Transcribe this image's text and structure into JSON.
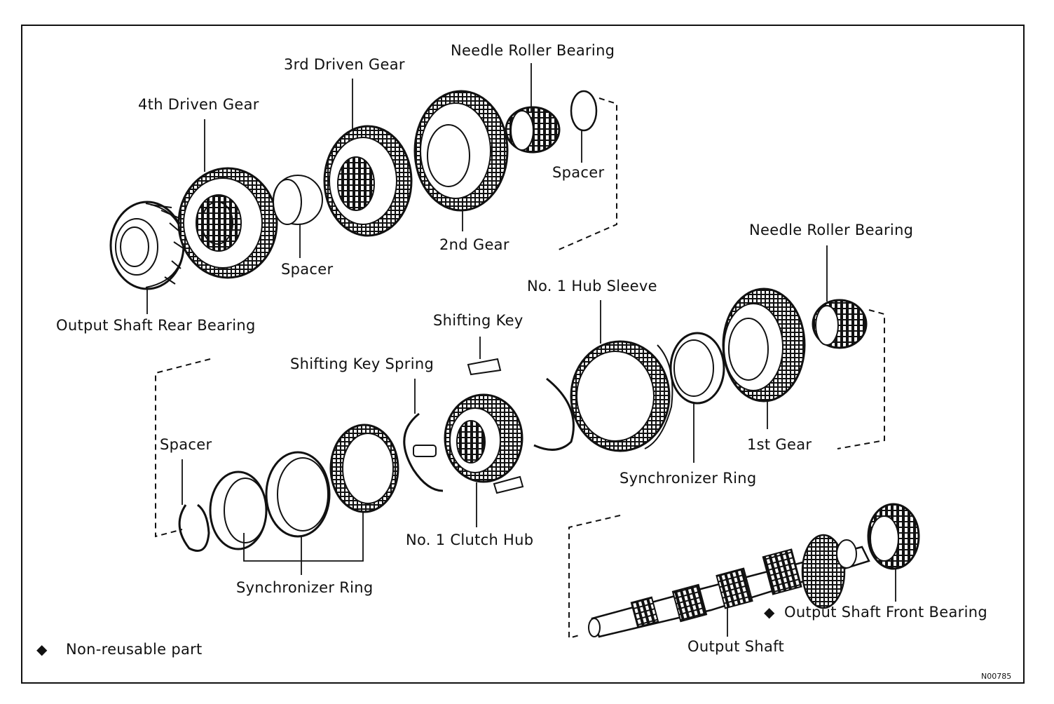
{
  "labels": {
    "needle_roller_bearing_top": "Needle Roller Bearing",
    "third_driven_gear": "3rd Driven Gear",
    "fourth_driven_gear": "4th Driven Gear",
    "spacer_top_right": "Spacer",
    "second_gear": "2nd Gear",
    "spacer_middle": "Spacer",
    "output_shaft_rear_bearing": "Output Shaft Rear Bearing",
    "needle_roller_bearing_right": "Needle Roller Bearing",
    "no1_hub_sleeve": "No. 1 Hub Sleeve",
    "shifting_key": "Shifting Key",
    "shifting_key_spring": "Shifting Key Spring",
    "spacer_left": "Spacer",
    "first_gear": "1st Gear",
    "synchronizer_ring_right": "Synchronizer Ring",
    "no1_clutch_hub": "No. 1 Clutch Hub",
    "synchronizer_ring_bottom": "Synchronizer Ring",
    "output_shaft_front_bearing": "Output Shaft Front Bearing",
    "output_shaft": "Output Shaft"
  },
  "legend": {
    "symbol": "◆",
    "text": "Non-reusable part"
  },
  "figure_code": "N00785"
}
